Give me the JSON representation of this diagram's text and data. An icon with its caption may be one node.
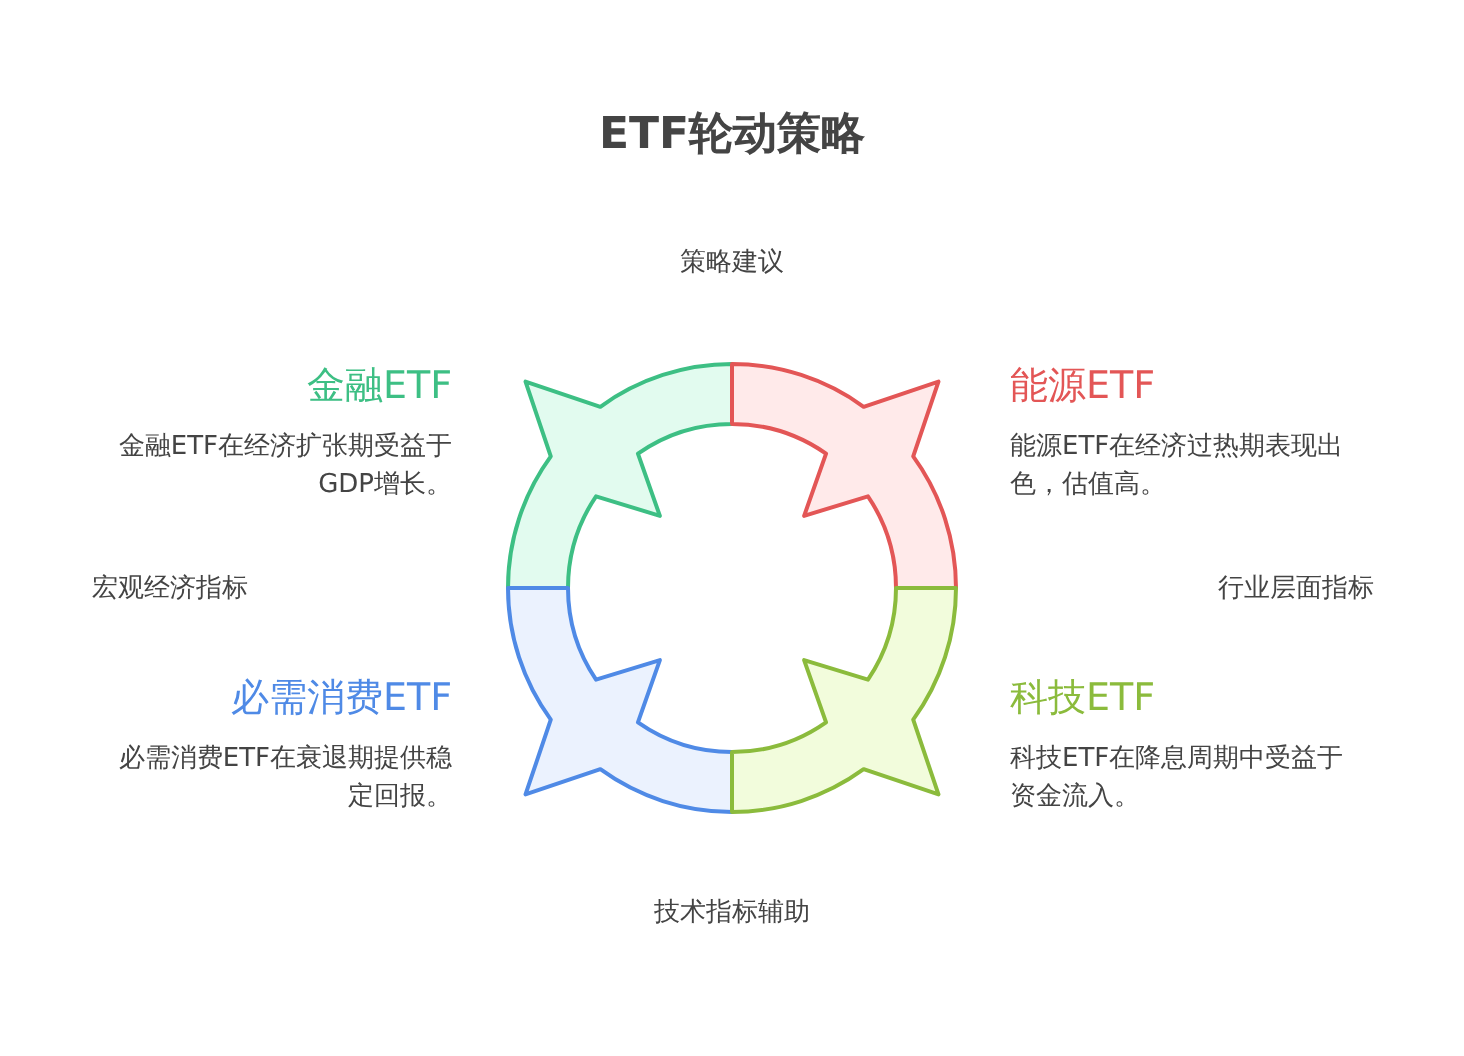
{
  "diagram": {
    "title": "ETF轮动策略",
    "nodes": [
      {
        "text": [
          "金融ETF",
          "金融ETF在经济扩张期受益于GDP增长。"
        ]
      },
      {
        "text": [
          "能源ETF",
          "能源ETF在经济过热期表现出色，估值高。"
        ]
      },
      {
        "text": [
          "必需消费ETF",
          "必需消费ETF在衰退期提供稳定回报。"
        ]
      },
      {
        "text": [
          "科技ETF",
          "科技ETF在降息周期中受益于资金流入。"
        ]
      }
    ],
    "labels": [
      "策略建议",
      "宏观经济指标",
      "行业层面指标",
      "技术指标辅助"
    ]
  }
}
